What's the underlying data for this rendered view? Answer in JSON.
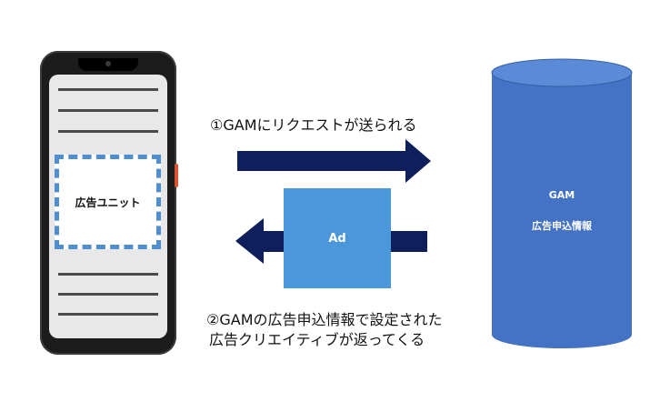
{
  "phone": {
    "ad_slot_label": "広告ユニット"
  },
  "request_label": "①GAMにリクエストが送られる",
  "response_label_line1": "②GAMの広告申込情報で設定された",
  "response_label_line2": "広告クリエイティブが返ってくる",
  "ad_box_label": "Ad",
  "database": {
    "title": "GAM",
    "subtitle": "広告申込情報"
  },
  "colors": {
    "arrow": "#0f1f5c",
    "database": "#4472c4",
    "ad_box": "#4a97da",
    "ad_slot_border": "#4f8fd0"
  }
}
